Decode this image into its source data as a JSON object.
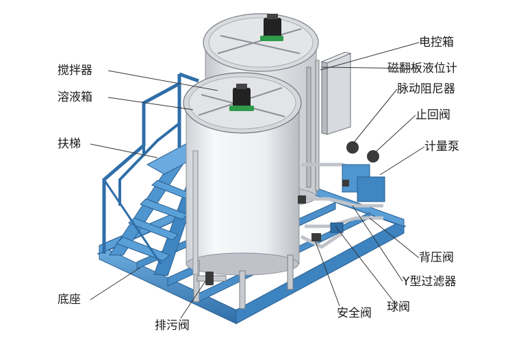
{
  "labels": {
    "stirrer": "搅拌器",
    "dissolving_tank": "溶液箱",
    "ladder": "扶梯",
    "base": "底座",
    "drain_valve": "排污阀",
    "control_box": "电控箱",
    "level_gauge": "磁翻板液位计",
    "pulse_damper": "脉动阻尼器",
    "check_valve": "止回阀",
    "metering_pump": "计量泵",
    "back_pressure_valve": "背压阀",
    "y_strainer": "Y型过滤器",
    "safety_valve": "安全阀",
    "ball_valve": "球阀"
  },
  "colors": {
    "frame_blue": "#4f95cf",
    "frame_dark": "#2f6ea8",
    "tank_light": "#f2f3f5",
    "tank_shade": "#c9ccd1",
    "lid": "#d6d8dc",
    "motor": "#2a2a2a",
    "gasket": "#2e9a4a",
    "leader_line": "#333333"
  }
}
